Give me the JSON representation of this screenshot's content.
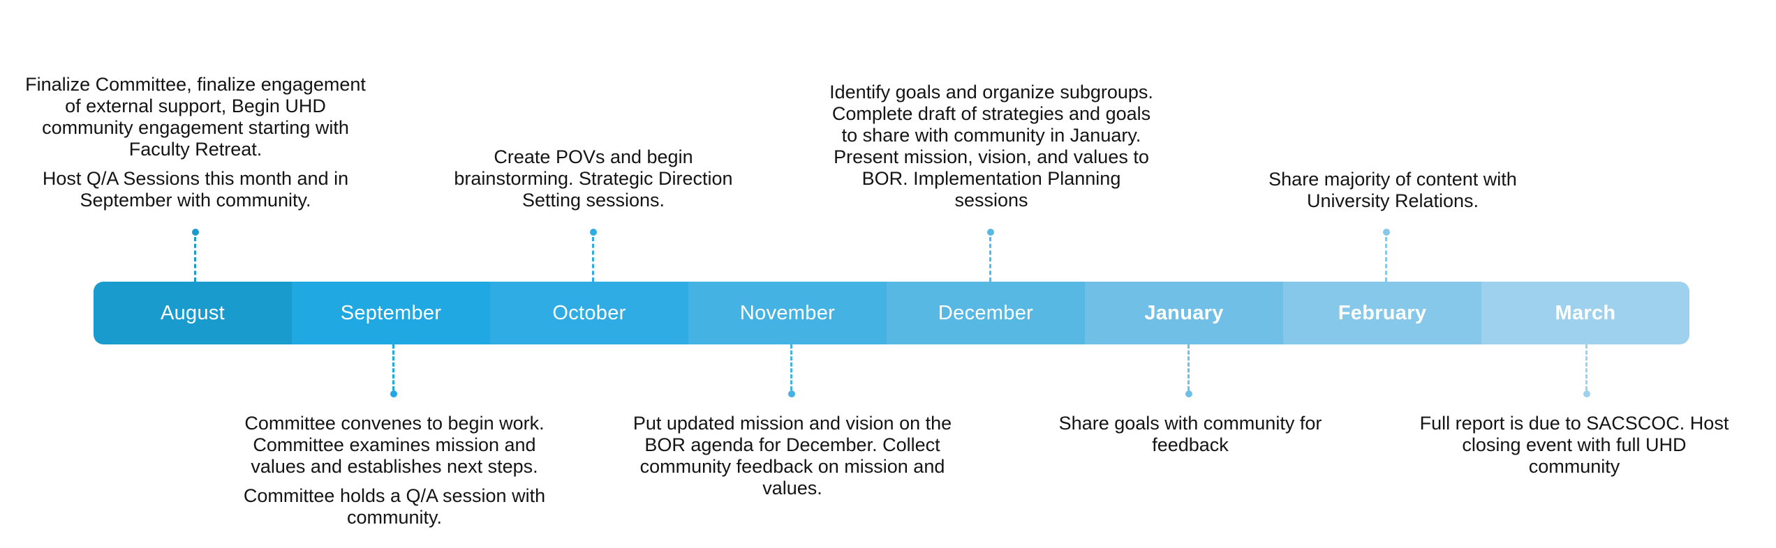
{
  "months": [
    {
      "label": "August",
      "color": "#1a9bce",
      "bold": false
    },
    {
      "label": "September",
      "color": "#1fa8e1",
      "bold": false
    },
    {
      "label": "October",
      "color": "#2eace3",
      "bold": false
    },
    {
      "label": "November",
      "color": "#44b2e2",
      "bold": false
    },
    {
      "label": "December",
      "color": "#58b8e4",
      "bold": false
    },
    {
      "label": "January",
      "color": "#70bfe7",
      "bold": true
    },
    {
      "label": "February",
      "color": "#85c8ea",
      "bold": true
    },
    {
      "label": "March",
      "color": "#9dd1ee",
      "bold": true
    }
  ],
  "notes_above": [
    {
      "month": "August",
      "paragraphs": [
        "Finalize Committee, finalize engagement of external support, Begin UHD community engagement starting with Faculty Retreat.",
        "Host Q/A Sessions this month and in September with community."
      ]
    },
    {
      "month": "October",
      "paragraphs": [
        "Create POVs and begin brainstorming. Strategic Direction Setting sessions."
      ]
    },
    {
      "month": "December",
      "paragraphs": [
        "Identify goals and organize subgroups. Complete draft of strategies and goals to share with community in January. Present mission, vision, and values to BOR. Implementation Planning sessions"
      ]
    },
    {
      "month": "February",
      "paragraphs": [
        "Share majority of content with University Relations."
      ]
    }
  ],
  "notes_below": [
    {
      "month": "September",
      "paragraphs": [
        "Committee convenes to begin work. Committee examines mission and values and establishes next steps.",
        "Committee holds a Q/A session with community."
      ]
    },
    {
      "month": "November",
      "paragraphs": [
        "Put updated mission and vision on the BOR agenda for December. Collect community feedback on mission and values."
      ]
    },
    {
      "month": "January",
      "paragraphs": [
        "Share goals with community for feedback"
      ]
    },
    {
      "month": "March",
      "paragraphs": [
        "Full report is due to SACSCOC. Host closing event with full UHD community"
      ]
    }
  ]
}
